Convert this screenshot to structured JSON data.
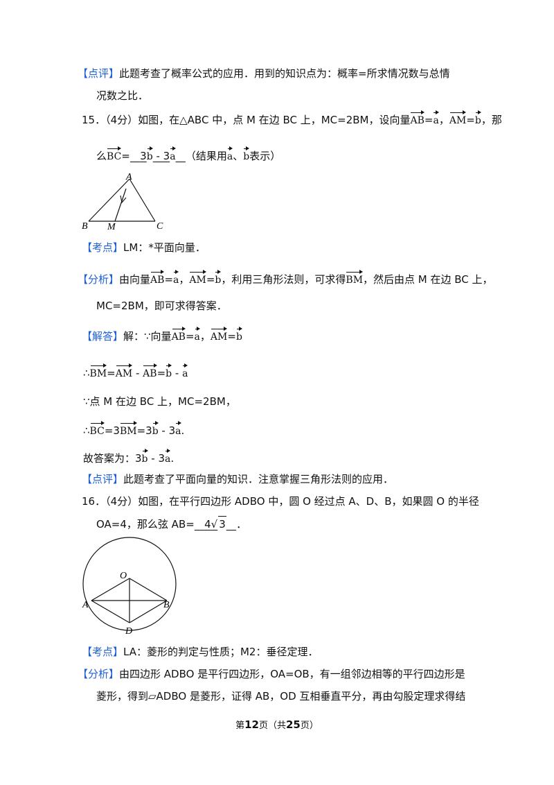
{
  "p1": {
    "tag": "【点评】",
    "l1": "此题考查了概率公式的应用．用到的知识点为：概率=所求情况数与总情",
    "l2": "况数之比．"
  },
  "q15": {
    "num": "15．（4分）如图，在△ABC 中，点 M 在边 BC 上，MC=2BM，设向量",
    "eq_a": "=",
    "comma": "，",
    "tail": "，那",
    "l2a": "么",
    "l2b": "=",
    "ans_3": "3",
    "ans_minus": " - 3",
    "l2c": "（结果用",
    "l2d": "、",
    "l2e": "表示）",
    "vec": {
      "AB": "AB",
      "AM": "AM",
      "BC": "BC",
      "BM": "BM",
      "a": "a",
      "b": "b"
    }
  },
  "fig15": {
    "labels": {
      "A": "A",
      "B": "B",
      "M": "M",
      "C": "C"
    }
  },
  "kd15": {
    "tag": "【考点】",
    "text": "LM：*平面向量．"
  },
  "fx15": {
    "tag": "【分析】",
    "t1": "由向量",
    "t2": "，利用三角形法则，可求得",
    "t3": "，然后由点 M 在边 BC 上，",
    "l2": "MC=2BM，即可求得答案．"
  },
  "jd15": {
    "tag": "【解答】",
    "t1": "解：∵向量",
    "s1_pre": "∴",
    "s1_eq": "=",
    "s1_minus": " - ",
    "s2": "∵点 M 在边 BC 上，MC=2BM，",
    "s3_pre": "∴",
    "s3_eq": "=3",
    "s3_eq2": "=3",
    "s3_minus": " - 3",
    "s3_end": ".",
    "ans_pre": "故答案为：3",
    "ans_minus": " - 3",
    "ans_end": "."
  },
  "dp15": {
    "tag": "【点评】",
    "text": "此题考查了平面向量的知识．注意掌握三角形法则的应用．"
  },
  "q16": {
    "l1": "16．（4分）如图，在平行四边形 ADBO 中，圆 O 经过点 A、D、B，如果圆 O 的半径",
    "l2a": "OA=4，那么弦 AB=",
    "ans_4": "4",
    "ans_3": "3",
    "l2b": "．"
  },
  "fig16": {
    "labels": {
      "O": "O",
      "A": "A",
      "B": "B",
      "D": "D"
    }
  },
  "kd16": {
    "tag": "【考点】",
    "text": "LA：菱形的判定与性质；M2：垂径定理．"
  },
  "fx16": {
    "tag": "【分析】",
    "l1": "由四边形 ADBO 是平行四边形，OA=OB，有一组邻边相等的平行四边形是",
    "l2": "菱形，得到▱ADBO 是菱形，证得 AB，OD 互相垂直平分，再由勾股定理求得结"
  },
  "footer": {
    "pre": "第",
    "page": "12",
    "mid": "页（共",
    "total": "25",
    "post": "页）"
  }
}
